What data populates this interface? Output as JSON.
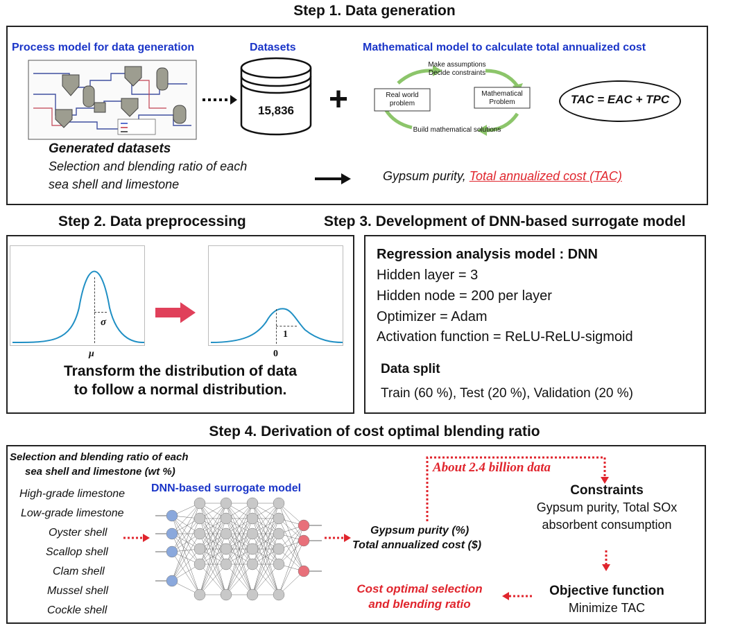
{
  "step1": {
    "title": "Step 1. Data generation",
    "process_label": "Process model for data generation",
    "datasets_label": "Datasets",
    "dataset_count": "15,836",
    "plus": "+",
    "math_label": "Mathematical model to calculate total annualized cost",
    "cycle": {
      "top": [
        "Make assumptions",
        "Decide constraints"
      ],
      "left": [
        "Real world",
        "problem"
      ],
      "right": [
        "Mathematical",
        "Problem"
      ],
      "bottom": "Build mathematical solutions"
    },
    "tac_formula": "TAC = EAC + TPC",
    "generated_title": "Generated datasets",
    "generated_desc": [
      "Selection and blending ratio of each",
      "sea shell and limestone"
    ],
    "output_prefix": "Gypsum purity, ",
    "output_link": "Total annualized cost (TAC)"
  },
  "step2": {
    "title": "Step 2. Data preprocessing",
    "mu": "μ",
    "sigma": "σ",
    "zero": "0",
    "one": "1",
    "caption": [
      "Transform the distribution of data",
      "to follow a normal distribution."
    ]
  },
  "step3": {
    "title": "Step 3. Development of DNN-based surrogate model",
    "model_title": "Regression analysis model : DNN",
    "lines": [
      "Hidden layer = 3",
      "Hidden node = 200 per layer",
      "Optimizer = Adam",
      "Activation function = ReLU-ReLU-sigmoid"
    ],
    "split_title": "Data split",
    "split_text": "Train (60 %), Test (20 %), Validation (20 %)"
  },
  "step4": {
    "title": "Step 4. Derivation of cost optimal blending ratio",
    "input_title": [
      "Selection and blending ratio of each",
      "sea shell and limestone (wt %)"
    ],
    "inputs": [
      "High-grade limestone",
      "Low-grade limestone",
      "Oyster shell",
      "Scallop shell",
      "Clam shell",
      "Mussel shell",
      "Cockle shell"
    ],
    "dnn_label": "DNN-based surrogate model",
    "outputs": [
      "Gypsum purity (%)",
      "Total annualized cost ($)"
    ],
    "data_count": "About 2.4 billion data",
    "constraints_title": "Constraints",
    "constraints_text": [
      "Gypsum purity, Total SOx",
      "absorbent consumption"
    ],
    "objective_title": "Objective function",
    "objective_text": "Minimize TAC",
    "result": [
      "Cost optimal selection",
      "and blending ratio"
    ]
  },
  "colors": {
    "accent_blue": "#1a35c8",
    "accent_red": "#e0252d",
    "curve": "#1f8fc4",
    "arrow_pink": "#e0405a",
    "cycle_green": "#8cc56a"
  }
}
